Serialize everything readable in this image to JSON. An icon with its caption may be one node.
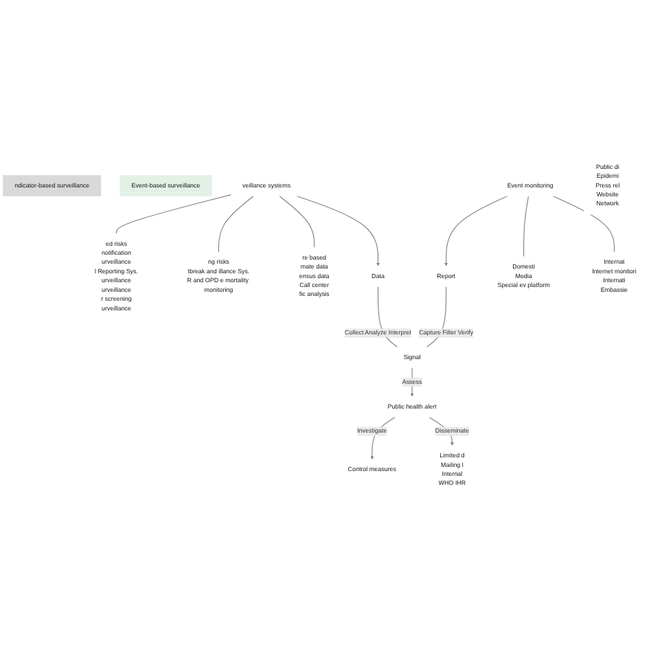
{
  "diagram": {
    "nodes": [
      {
        "text": [
          "ndicator-based surveillance"
        ]
      },
      {
        "text": [
          "Event-based surveillance"
        ]
      },
      {
        "text": [
          "veillance systems"
        ]
      },
      {
        "text": [
          "ed risks",
          "notification",
          "urveillance",
          "l Reporting Sys.",
          "urveillance",
          "urveillance",
          "r screening",
          "urveillance"
        ]
      },
      {
        "text": [
          "ng risks",
          "tbreak and illance Sys.",
          "R and OPD e mortality monitoring"
        ]
      },
      {
        "text": [
          "re based",
          "mate data",
          "ensus data",
          "Call center",
          "fic analysis"
        ]
      },
      {
        "text": [
          "Data"
        ]
      },
      {
        "text": [
          "Report"
        ]
      },
      {
        "text": [
          "Event monitoring"
        ]
      },
      {
        "text": [
          "Domesti",
          "Media",
          "Special ev platform"
        ]
      },
      {
        "text": [
          "Internat",
          "Internet monitori",
          "Internati",
          "Embassie"
        ]
      },
      {
        "text": [
          "Signal"
        ]
      },
      {
        "text": [
          "Public health alert"
        ]
      },
      {
        "text": [
          "Control measures"
        ]
      },
      {
        "text": [
          "Limited d",
          "Mailing l",
          "Internal",
          "WHO IHR"
        ]
      },
      {
        "text": [
          "Public di",
          "Epidemi",
          "Press rel",
          "Website",
          "Network"
        ]
      }
    ],
    "edges": [
      {
        "from": 2,
        "to": 6,
        "arrow": "to"
      },
      {
        "from": 2,
        "to": 3,
        "arrow": "none"
      },
      {
        "from": 2,
        "to": 4,
        "arrow": "none"
      },
      {
        "from": 2,
        "to": 5,
        "arrow": "none"
      },
      {
        "from": 8,
        "to": 7,
        "arrow": "to"
      },
      {
        "from": 8,
        "to": 9,
        "arrow": "none"
      },
      {
        "from": 8,
        "to": 10,
        "arrow": "none"
      },
      {
        "from": 6,
        "to": 11,
        "arrow": "none",
        "label": "Collect Analyze Interpret"
      },
      {
        "from": 7,
        "to": 11,
        "arrow": "none",
        "label": "Capture Filter Verify"
      },
      {
        "from": 11,
        "to": 12,
        "arrow": "to",
        "label": "Assess"
      },
      {
        "from": 12,
        "to": 13,
        "arrow": "to",
        "label": "Investigate"
      },
      {
        "from": 12,
        "to": 14,
        "arrow": "to",
        "label": "Disseminate"
      }
    ]
  }
}
